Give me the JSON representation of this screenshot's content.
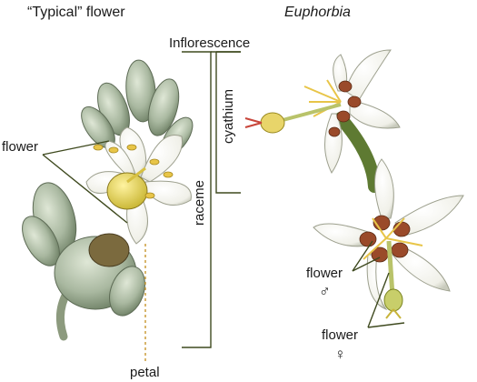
{
  "headings": {
    "left": "“Typical” flower",
    "right": "Euphorbia"
  },
  "labels": {
    "inflorescence": "Inflorescence",
    "cyathium": "cyathium",
    "raceme": "raceme",
    "flower_left": "flower",
    "flower_male": "flower",
    "male_symbol": "♂",
    "flower_female": "flower",
    "female_symbol": "♀",
    "petal": "petal"
  },
  "colors": {
    "leader_line": "#3f4a1f",
    "petal_leader": "#c8962e",
    "petal_white": "#f7f7f2",
    "bud_green": "#a9b8a0",
    "stamen_yellow": "#e8c548",
    "gland_brown": "#9a4a2a",
    "stem_green": "#5e7a32"
  }
}
